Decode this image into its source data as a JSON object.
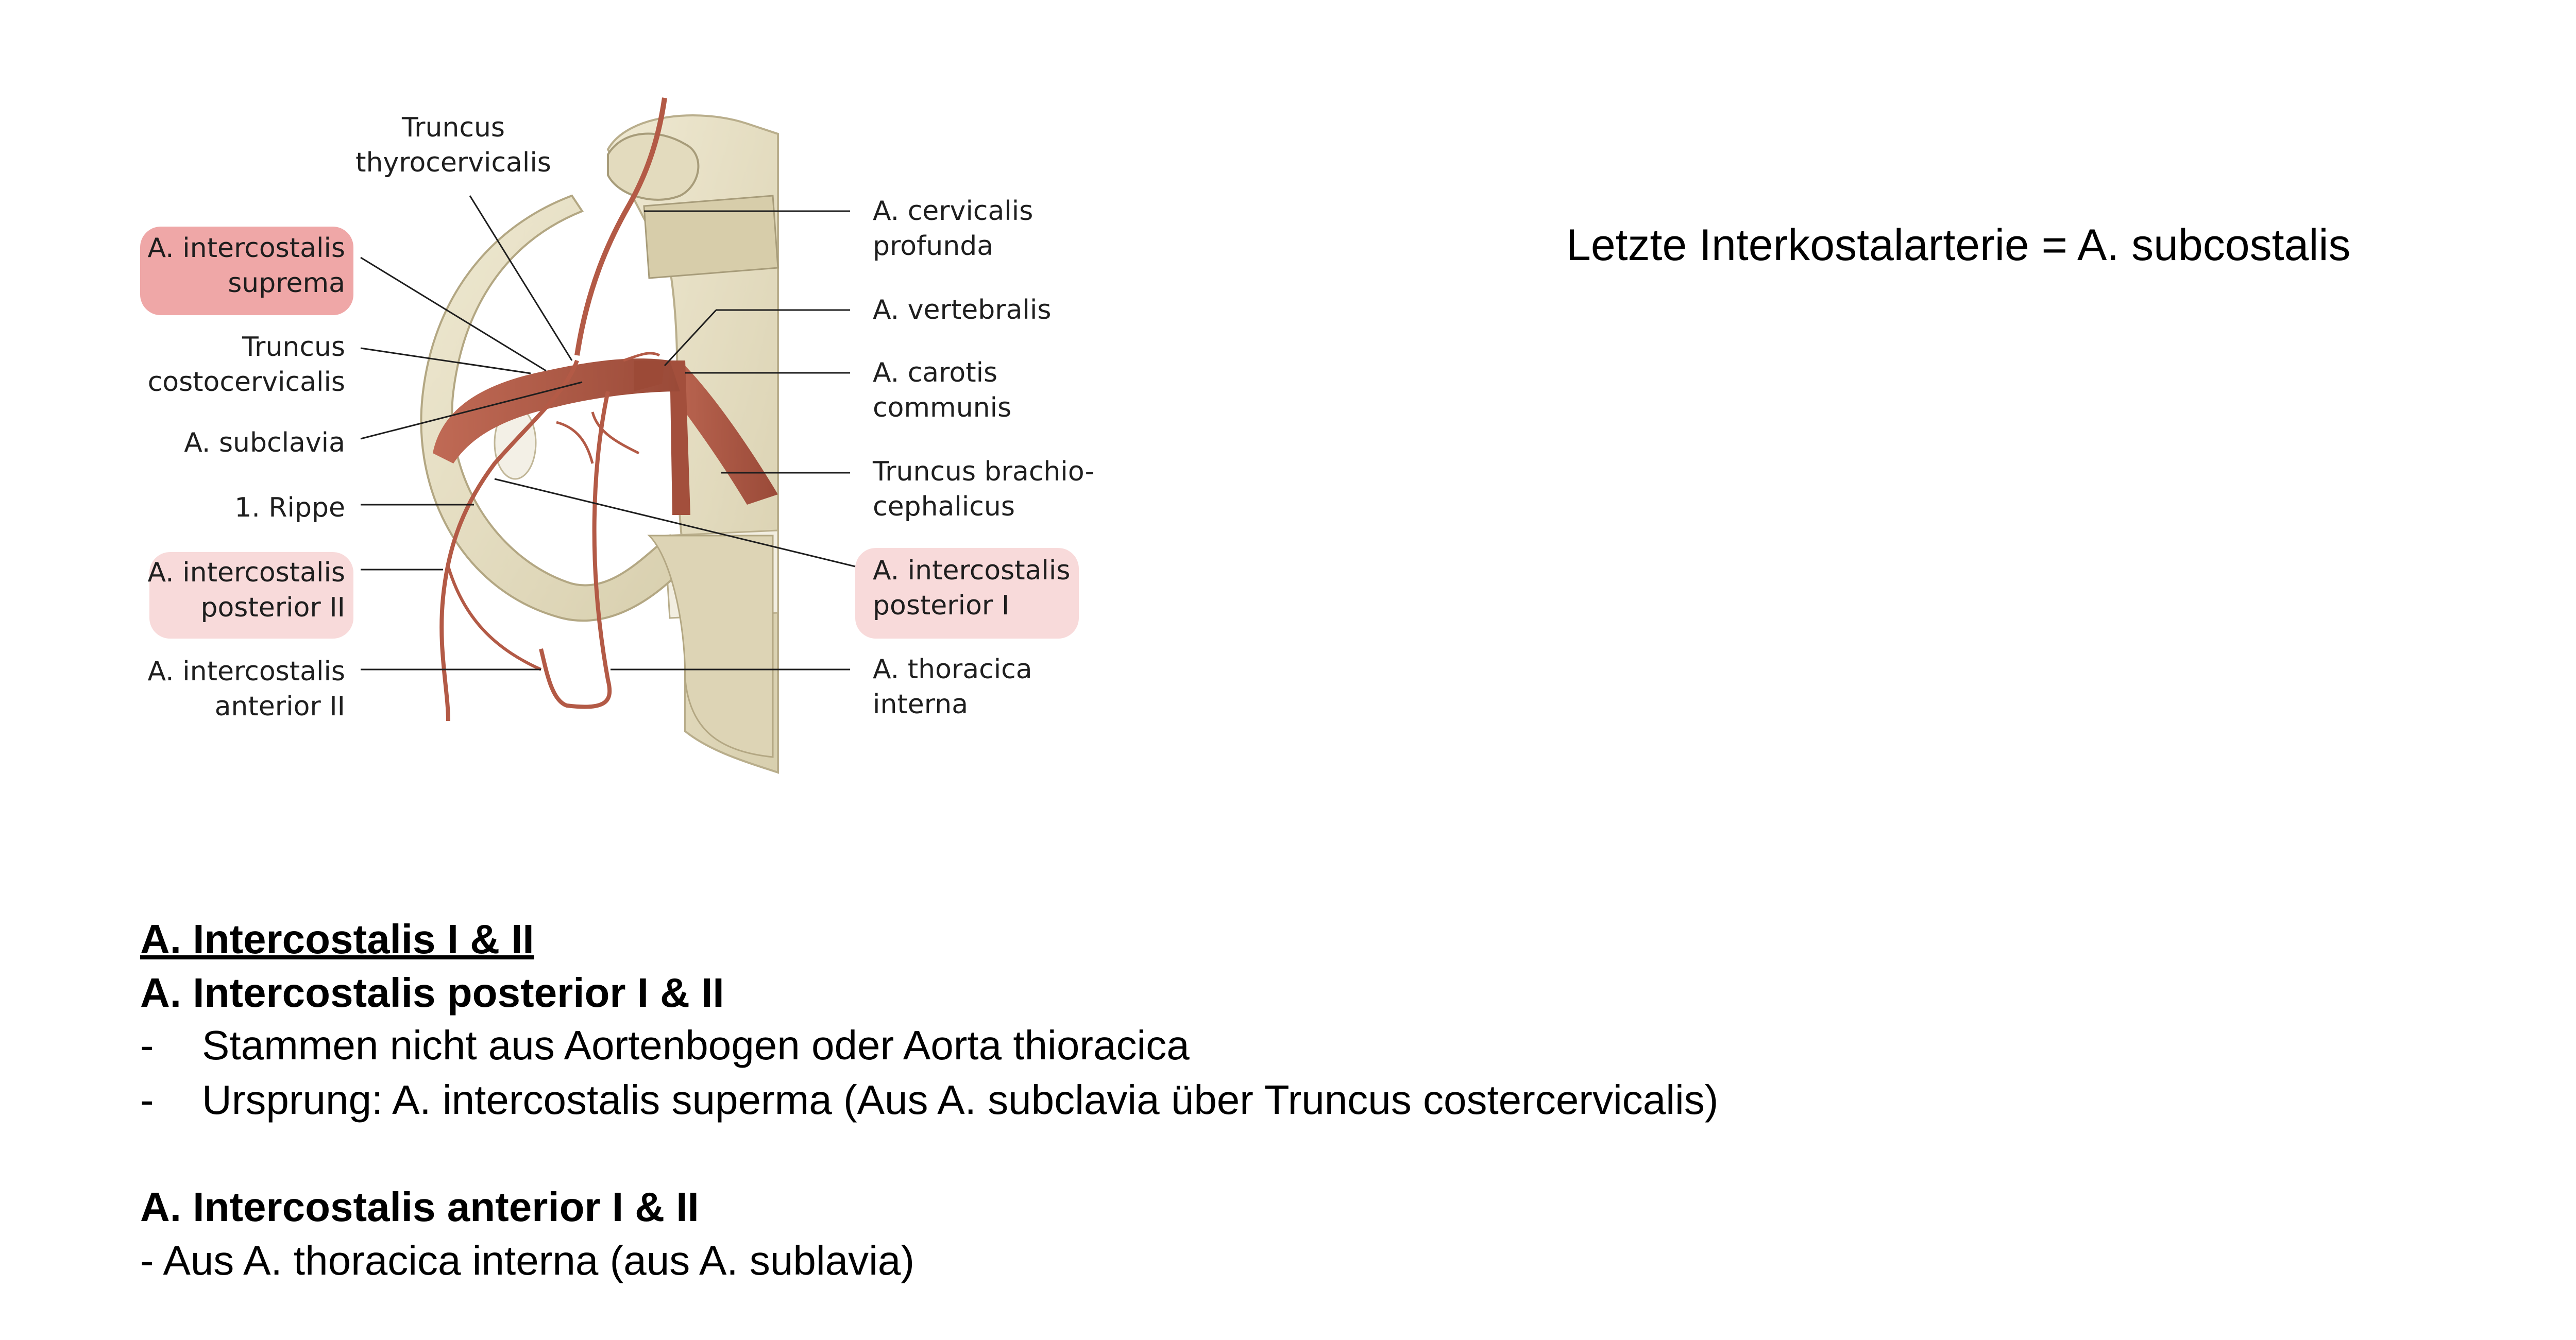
{
  "figure": {
    "labels_left": {
      "intercostalis_suprema": "A. intercostalis\nsuprema",
      "truncus_costocervicalis": "Truncus\ncostocervicalis",
      "subclavia": "A. subclavia",
      "rippe": "1. Rippe",
      "intercostalis_posterior_2": "A. intercostalis\nposterior II",
      "intercostalis_anterior_2": "A. intercostalis\nanterior II"
    },
    "labels_top": {
      "truncus_thyrocervicalis": "Truncus\nthyrocervicalis"
    },
    "labels_right": {
      "cervicalis_profunda": "A. cervicalis\nprofunda",
      "vertebralis": "A. vertebralis",
      "carotis_communis": "A. carotis\ncommunis",
      "truncus_brachiocephalicus": "Truncus brachio-\ncephalicus",
      "intercostalis_posterior_1": "A. intercostalis\nposterior I",
      "thoracica_interna": "A. thoracica\ninterna"
    },
    "colors": {
      "highlight_strong": "#efa7a7",
      "highlight_soft": "#f8dada",
      "artery": "#b35a46",
      "bone": "#e6dfc6"
    }
  },
  "note_right": "Letzte Interkostalarterie = A. subcostalis",
  "section": {
    "title": "A. Intercostalis I & II",
    "posterior_heading": "A. Intercostalis posterior I & II",
    "posterior_bullets": [
      {
        "dash": "-",
        "text": "Stammen nicht aus Aortenbogen oder Aorta thioracica"
      },
      {
        "dash": "-",
        "text": "Ursprung: A. intercostalis superma (Aus A. subclavia über Truncus costercervicalis)"
      }
    ],
    "anterior_heading": "A. Intercostalis anterior I & II",
    "anterior_line": "- Aus A. thoracica interna (aus A. sublavia)"
  }
}
